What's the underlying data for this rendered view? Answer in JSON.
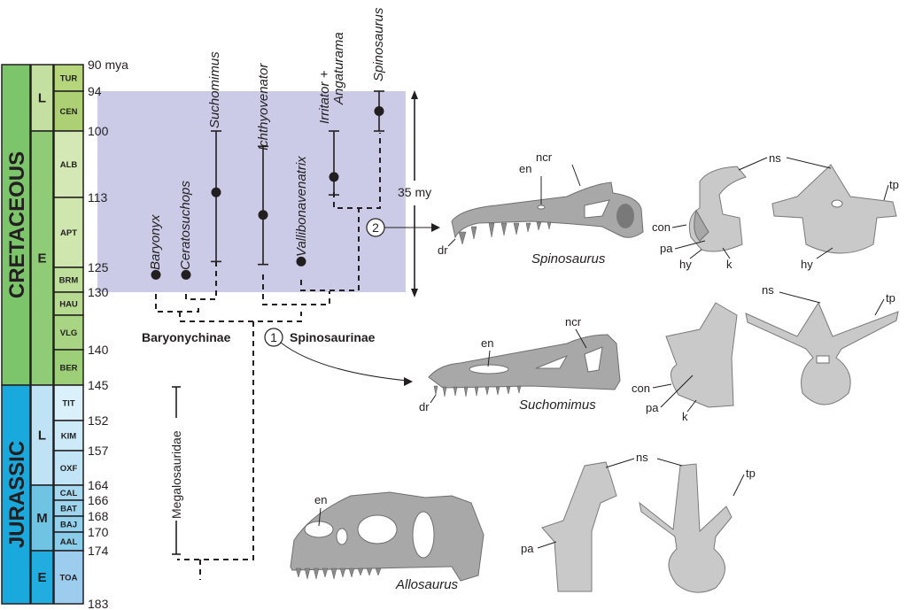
{
  "timescale": {
    "unit_label": "mya",
    "periods": [
      {
        "name": "CRETACEOUS",
        "from": 90,
        "to": 145,
        "color": "#7dc56b"
      },
      {
        "name": "JURASSIC",
        "from": 145,
        "to": 183,
        "color": "#1aa9dd"
      }
    ],
    "epochs": [
      {
        "name": "L",
        "from": 90,
        "to": 100,
        "color": "#c4e0a0"
      },
      {
        "name": "E",
        "from": 100,
        "to": 145,
        "color": "#90cc78"
      },
      {
        "name": "L",
        "from": 145,
        "to": 164,
        "color": "#bfe3f5"
      },
      {
        "name": "M",
        "from": 164,
        "to": 174,
        "color": "#6fc3e3"
      },
      {
        "name": "E",
        "from": 174,
        "to": 183,
        "color": "#22ade0"
      }
    ],
    "stages": [
      {
        "name": "TUR",
        "from": 90,
        "to": 94,
        "color": "#b6d67c"
      },
      {
        "name": "CEN",
        "from": 94,
        "to": 100,
        "color": "#acd073"
      },
      {
        "name": "ALB",
        "from": 100,
        "to": 113,
        "color": "#d3e8b5"
      },
      {
        "name": "APT",
        "from": 113,
        "to": 125,
        "color": "#cfe6af"
      },
      {
        "name": "BRM",
        "from": 125,
        "to": 130,
        "color": "#bfdf9d"
      },
      {
        "name": "HAU",
        "from": 130,
        "to": 134,
        "color": "#b5da90"
      },
      {
        "name": "VLG",
        "from": 134,
        "to": 140,
        "color": "#a8d483"
      },
      {
        "name": "BER",
        "from": 140,
        "to": 145,
        "color": "#9ccf78"
      },
      {
        "name": "TIT",
        "from": 145,
        "to": 152,
        "color": "#daf0fa"
      },
      {
        "name": "KIM",
        "from": 152,
        "to": 157,
        "color": "#cdeaf8"
      },
      {
        "name": "OXF",
        "from": 157,
        "to": 164,
        "color": "#c1e5f6"
      },
      {
        "name": "CAL",
        "from": 164,
        "to": 166,
        "color": "#a6d9f0"
      },
      {
        "name": "BAT",
        "from": 166,
        "to": 168,
        "color": "#9dd5ee"
      },
      {
        "name": "BAJ",
        "from": 168,
        "to": 170,
        "color": "#93d1ec"
      },
      {
        "name": "AAL",
        "from": 170,
        "to": 174,
        "color": "#8acdea"
      },
      {
        "name": "TOA",
        "from": 174,
        "to": 183,
        "color": "#9ccdee"
      }
    ],
    "ticks": [
      "90 mya",
      "94",
      "100",
      "113",
      "125",
      "130",
      "140",
      "145",
      "152",
      "157",
      "164",
      "166",
      "168",
      "170",
      "174",
      "183"
    ],
    "tick_values": [
      90,
      94,
      100,
      113,
      125,
      130,
      140,
      145,
      152,
      157,
      164,
      166,
      168,
      170,
      174,
      183
    ]
  },
  "highlight": {
    "from": 94,
    "to": 130,
    "color": "#cbcbe8",
    "span_label": "35 my"
  },
  "taxa": [
    {
      "name": "Baryonyx",
      "point": 126.5
    },
    {
      "name": "Ceratosuchops",
      "point": 126.5
    },
    {
      "name": "Suchomimus",
      "point": 112,
      "range": [
        100,
        124
      ]
    },
    {
      "name": "Ichthyovenator",
      "point": 116,
      "range": [
        103,
        124.5
      ]
    },
    {
      "name": "Vallibonavenatrix",
      "point": 124
    },
    {
      "name": "Irritator +",
      "name2": "Angaturama",
      "point": 109,
      "range": [
        100,
        112.5
      ]
    },
    {
      "name": "Spinosaurus",
      "point": 97,
      "range": [
        94,
        100
      ]
    }
  ],
  "clades": {
    "baryonychinae": "Baryonychinae",
    "spinosaurinae": "Spinosaurinae",
    "megalosauridae": "Megalosauridae"
  },
  "nodes": {
    "node1": "1",
    "node2": "2"
  },
  "specimens": {
    "spinosaurus": {
      "caption": "Spinosaurus",
      "labels": [
        "ncr",
        "en",
        "dr"
      ]
    },
    "suchomimus": {
      "caption": "Suchomimus",
      "labels": [
        "ncr",
        "en",
        "dr"
      ]
    },
    "allosaurus": {
      "caption": "Allosaurus",
      "labels": [
        "en"
      ]
    },
    "spino_vert_lateral": {
      "labels": [
        "con",
        "pa",
        "hy",
        "k"
      ]
    },
    "spino_vert_anterior": {
      "labels": [
        "ns",
        "tp",
        "hy"
      ]
    },
    "sucho_vert_lateral": {
      "labels": [
        "con",
        "pa",
        "k"
      ]
    },
    "sucho_vert_anterior": {
      "labels": [
        "ns",
        "tp"
      ]
    },
    "allo_vert_lateral": {
      "labels": [
        "pa"
      ]
    },
    "allo_vert_anterior": {
      "labels": [
        "ns",
        "tp"
      ]
    }
  }
}
